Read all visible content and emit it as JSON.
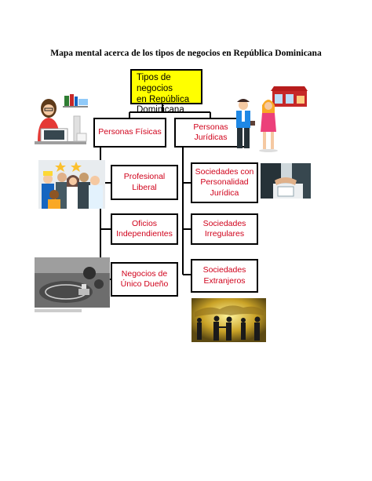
{
  "title": "Mapa mental acerca de los tipos de negocios en República Dominicana",
  "root": {
    "label": "Tipos de negocios\n  en República\n  Dominicana"
  },
  "branches": {
    "left": {
      "label": "Personas Físicas",
      "children": [
        "Profesional\nLiberal",
        "Oficios\nIndependientes",
        "Negocios de\nÚnico Dueño"
      ]
    },
    "right": {
      "label": "Personas\nJurídicas",
      "children": [
        "Sociedades con\nPersonalidad\nJurídica",
        "Sociedades\nIrregulares",
        "Sociedades\nExtranjeros"
      ]
    }
  },
  "colors": {
    "root_fill": "#ffff00",
    "node_text": "#d0021b",
    "line": "#000000"
  },
  "images": [
    "woman-at-desk-illustration",
    "business-people-shop-illustration",
    "professionals-group-photo",
    "business-handshake-photo",
    "aerial-farm-photo",
    "silhouettes-handshake-photo"
  ]
}
